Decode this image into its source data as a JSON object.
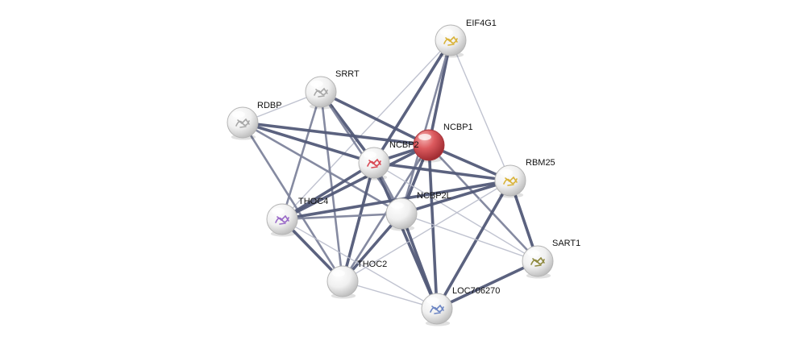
{
  "network": {
    "nodes": [
      {
        "id": "EIF4G1",
        "label": "EIF4G1",
        "query": false,
        "structure": "yellow"
      },
      {
        "id": "SRRT",
        "label": "SRRT",
        "query": false,
        "structure": "grey"
      },
      {
        "id": "RDBP",
        "label": "RDBP",
        "query": false,
        "structure": "grey"
      },
      {
        "id": "NCBP1",
        "label": "NCBP1",
        "query": true,
        "structure": "none"
      },
      {
        "id": "NCBP2",
        "label": "NCBP2",
        "query": false,
        "structure": "red"
      },
      {
        "id": "RBM25",
        "label": "RBM25",
        "query": false,
        "structure": "yellow"
      },
      {
        "id": "NCBP2L",
        "label": "NCBP2L",
        "query": false,
        "structure": "none"
      },
      {
        "id": "THOC4",
        "label": "THOC4",
        "query": false,
        "structure": "purple"
      },
      {
        "id": "SART1",
        "label": "SART1",
        "query": false,
        "structure": "olive"
      },
      {
        "id": "THOC2",
        "label": "THOC2",
        "query": false,
        "structure": "none"
      },
      {
        "id": "LOC706270",
        "label": "LOC706270",
        "query": false,
        "structure": "blue"
      }
    ],
    "edges": [
      {
        "source": "NCBP1",
        "target": "EIF4G1",
        "strength": "strong"
      },
      {
        "source": "NCBP2",
        "target": "EIF4G1",
        "strength": "strong"
      },
      {
        "source": "NCBP2L",
        "target": "EIF4G1",
        "strength": "medium"
      },
      {
        "source": "THOC4",
        "target": "EIF4G1",
        "strength": "weak"
      },
      {
        "source": "RBM25",
        "target": "EIF4G1",
        "strength": "weak"
      },
      {
        "source": "SRRT",
        "target": "NCBP1",
        "strength": "strong"
      },
      {
        "source": "SRRT",
        "target": "NCBP2",
        "strength": "strong"
      },
      {
        "source": "SRRT",
        "target": "RDBP",
        "strength": "weak"
      },
      {
        "source": "SRRT",
        "target": "NCBP2L",
        "strength": "medium"
      },
      {
        "source": "SRRT",
        "target": "THOC4",
        "strength": "medium"
      },
      {
        "source": "SRRT",
        "target": "THOC2",
        "strength": "medium"
      },
      {
        "source": "RDBP",
        "target": "NCBP1",
        "strength": "strong"
      },
      {
        "source": "RDBP",
        "target": "NCBP2",
        "strength": "strong"
      },
      {
        "source": "RDBP",
        "target": "NCBP2L",
        "strength": "medium"
      },
      {
        "source": "RDBP",
        "target": "THOC2",
        "strength": "medium"
      },
      {
        "source": "NCBP1",
        "target": "NCBP2",
        "strength": "strong"
      },
      {
        "source": "NCBP1",
        "target": "RBM25",
        "strength": "strong"
      },
      {
        "source": "NCBP1",
        "target": "THOC4",
        "strength": "strong"
      },
      {
        "source": "NCBP1",
        "target": "NCBP2L",
        "strength": "strong"
      },
      {
        "source": "NCBP1",
        "target": "THOC2",
        "strength": "medium"
      },
      {
        "source": "NCBP1",
        "target": "LOC706270",
        "strength": "strong"
      },
      {
        "source": "NCBP1",
        "target": "SART1",
        "strength": "medium"
      },
      {
        "source": "NCBP2",
        "target": "RBM25",
        "strength": "strong"
      },
      {
        "source": "NCBP2",
        "target": "THOC4",
        "strength": "strong"
      },
      {
        "source": "NCBP2",
        "target": "THOC2",
        "strength": "strong"
      },
      {
        "source": "NCBP2",
        "target": "LOC706270",
        "strength": "strong"
      },
      {
        "source": "NCBP2",
        "target": "NCBP2L",
        "strength": "medium"
      },
      {
        "source": "NCBP2",
        "target": "SART1",
        "strength": "weak"
      },
      {
        "source": "RBM25",
        "target": "NCBP2L",
        "strength": "strong"
      },
      {
        "source": "RBM25",
        "target": "SART1",
        "strength": "strong"
      },
      {
        "source": "RBM25",
        "target": "LOC706270",
        "strength": "strong"
      },
      {
        "source": "RBM25",
        "target": "THOC4",
        "strength": "strong"
      },
      {
        "source": "RBM25",
        "target": "THOC2",
        "strength": "weak"
      },
      {
        "source": "NCBP2L",
        "target": "THOC4",
        "strength": "medium"
      },
      {
        "source": "NCBP2L",
        "target": "THOC2",
        "strength": "strong"
      },
      {
        "source": "NCBP2L",
        "target": "LOC706270",
        "strength": "strong"
      },
      {
        "source": "NCBP2L",
        "target": "SART1",
        "strength": "weak"
      },
      {
        "source": "THOC4",
        "target": "THOC2",
        "strength": "strong"
      },
      {
        "source": "THOC4",
        "target": "LOC706270",
        "strength": "weak"
      },
      {
        "source": "THOC2",
        "target": "LOC706270",
        "strength": "weak"
      },
      {
        "source": "SART1",
        "target": "LOC706270",
        "strength": "strong"
      }
    ],
    "colors": {
      "node_fill": "#f2f2f2",
      "query_fill": "#d8474d",
      "edge_strong": "#525a78",
      "edge_medium": "#7e849c",
      "edge_weak": "#b9bccb",
      "label": "#111111"
    }
  }
}
